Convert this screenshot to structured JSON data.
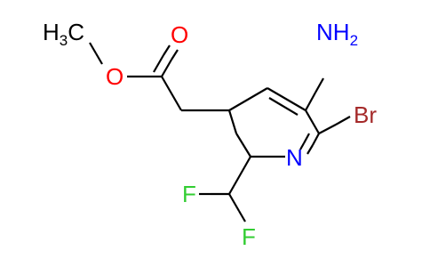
{
  "molecule": {
    "atoms": {
      "methyl": {
        "main": "H",
        "sub": "3",
        "tail": "C"
      },
      "ester_o": "O",
      "carbonyl_o": "O",
      "amine": {
        "main": "NH",
        "sub": "2"
      },
      "bromine": "Br",
      "ring_n": "N",
      "fluorine_1": "F",
      "fluorine_2": "F"
    },
    "colors": {
      "oxygen": "#ff0000",
      "nitrogen": "#0000ff",
      "bromine": "#a52a2a",
      "fluorine": "#32cd32",
      "carbon_bond": "#000000"
    }
  }
}
